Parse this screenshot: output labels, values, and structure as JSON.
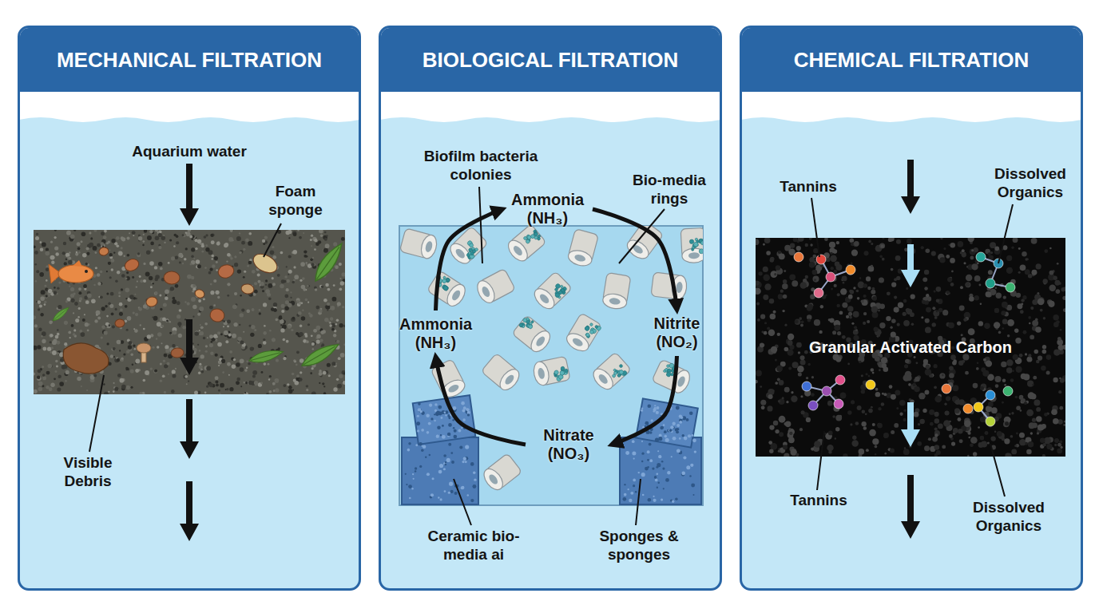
{
  "diagram": {
    "nodes": [
      {
        "text": [
          "MECHANICAL FILTRATION"
        ]
      },
      {
        "text": [
          "BIOLOGICAL FILTRATION"
        ]
      },
      {
        "text": [
          "Ammonia (NH₃)"
        ],
        "in": 1
      },
      {
        "text": [
          "Nitrite (NO₂)"
        ],
        "in": 1
      },
      {
        "text": [
          "Nitrate (NO₃)"
        ],
        "in": 1
      },
      {
        "text": [
          "Ammonia (NH₃)"
        ],
        "in": 1
      },
      {
        "text": [
          "CHEMICAL FILTRATION"
        ]
      },
      {
        "text": [
          "Granular Activated Carbon"
        ],
        "in": 6
      }
    ],
    "edges": [
      {
        "from": 5,
        "to": 2,
        "arrow": "to"
      },
      {
        "from": 2,
        "to": 3,
        "arrow": "to"
      },
      {
        "from": 3,
        "to": 4,
        "arrow": "to"
      },
      {
        "from": 4,
        "to": 5,
        "arrow": "to"
      }
    ],
    "labels": [
      "Aquarium water",
      "Foam sponge",
      "Visible Debris",
      "Biofilm bacteria colonies",
      "Bio-media rings",
      "Ceramic bio-media ai",
      "Sponges & sponges",
      "Tannins",
      "Dissolved Organics",
      "Tannins",
      "Dissolved Organics"
    ]
  }
}
